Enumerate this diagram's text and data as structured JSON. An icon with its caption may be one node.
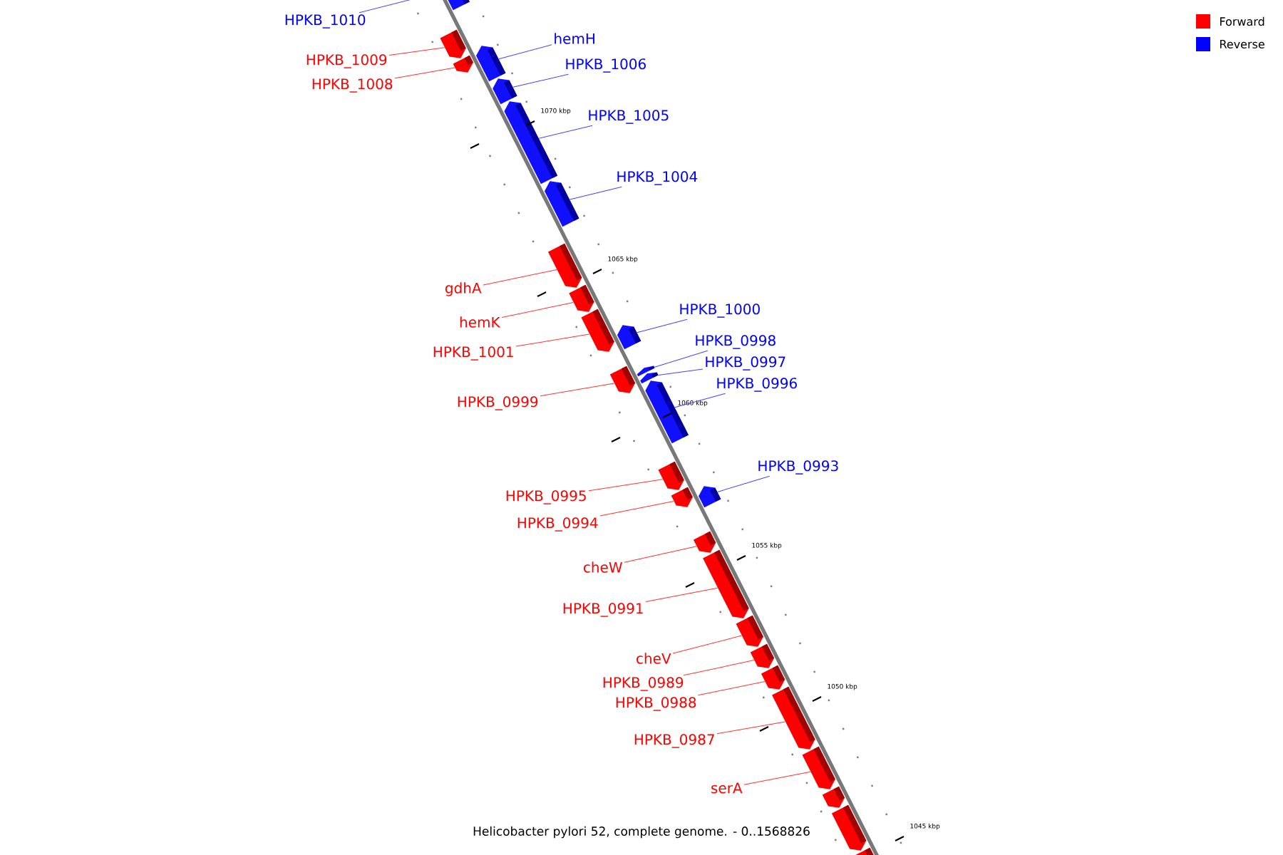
{
  "diagram": {
    "caption": "Helicobacter pylori 52, complete genome. - 0..1568826",
    "nodes": [
      {
        "text": [
          "HPKB_1010"
        ]
      },
      {
        "text": [],
        "shape": "arrow"
      },
      {
        "text": [
          "HPKB_1009"
        ]
      },
      {
        "text": [],
        "shape": "arrow"
      },
      {
        "text": [
          "HPKB_1008"
        ]
      },
      {
        "text": [],
        "shape": "arrow"
      },
      {
        "text": [
          "hemH"
        ]
      },
      {
        "text": [],
        "shape": "arrow"
      },
      {
        "text": [
          "HPKB_1006"
        ]
      },
      {
        "text": [],
        "shape": "arrow"
      },
      {
        "text": [
          "HPKB_1005"
        ]
      },
      {
        "text": [],
        "shape": "arrow"
      },
      {
        "text": [
          "HPKB_1004"
        ]
      },
      {
        "text": [],
        "shape": "arrow"
      },
      {
        "text": [
          "gdhA"
        ]
      },
      {
        "text": [],
        "shape": "arrow"
      },
      {
        "text": [
          "hemK"
        ]
      },
      {
        "text": [],
        "shape": "arrow"
      },
      {
        "text": [
          "HPKB_1001"
        ]
      },
      {
        "text": [],
        "shape": "arrow"
      },
      {
        "text": [
          "HPKB_1000"
        ]
      },
      {
        "text": [],
        "shape": "arrow"
      },
      {
        "text": [
          "HPKB_0999"
        ]
      },
      {
        "text": [],
        "shape": "arrow"
      },
      {
        "text": [
          "HPKB_0998"
        ]
      },
      {
        "text": [],
        "shape": "arrow"
      },
      {
        "text": [
          "HPKB_0997"
        ]
      },
      {
        "text": [],
        "shape": "arrow"
      },
      {
        "text": [
          "HPKB_0996"
        ]
      },
      {
        "text": [],
        "shape": "arrow"
      },
      {
        "text": [
          "HPKB_0995"
        ]
      },
      {
        "text": [],
        "shape": "arrow"
      },
      {
        "text": [
          "HPKB_0994"
        ]
      },
      {
        "text": [],
        "shape": "arrow"
      },
      {
        "text": [
          "HPKB_0993"
        ]
      },
      {
        "text": [],
        "shape": "arrow"
      },
      {
        "text": [
          "cheW"
        ]
      },
      {
        "text": [],
        "shape": "arrow"
      },
      {
        "text": [
          "HPKB_0991"
        ]
      },
      {
        "text": [],
        "shape": "arrow"
      },
      {
        "text": [
          "cheV"
        ]
      },
      {
        "text": [],
        "shape": "arrow"
      },
      {
        "text": [
          "HPKB_0989"
        ]
      },
      {
        "text": [],
        "shape": "arrow"
      },
      {
        "text": [
          "HPKB_0988"
        ]
      },
      {
        "text": [],
        "shape": "arrow"
      },
      {
        "text": [
          "HPKB_0987"
        ]
      },
      {
        "text": [],
        "shape": "arrow"
      },
      {
        "text": [
          "serA"
        ]
      },
      {
        "text": [],
        "shape": "arrow"
      },
      {
        "text": [],
        "shape": "arrow"
      },
      {
        "text": [],
        "shape": "arrow"
      },
      {
        "text": [],
        "shape": "arrow"
      }
    ],
    "edges": [
      {
        "from": 0,
        "to": 1,
        "arrow": "none",
        "color": "#4444ff"
      },
      {
        "from": 2,
        "to": 3,
        "arrow": "none"
      },
      {
        "from": 4,
        "to": 5,
        "arrow": "none"
      },
      {
        "from": 6,
        "to": 7,
        "arrow": "none",
        "color": "#4444ff"
      },
      {
        "from": 8,
        "to": 9,
        "arrow": "none",
        "color": "#4444ff"
      },
      {
        "from": 10,
        "to": 11,
        "arrow": "none",
        "color": "#4444ff"
      },
      {
        "from": 12,
        "to": 13,
        "arrow": "none",
        "color": "#4444ff"
      },
      {
        "from": 14,
        "to": 15,
        "arrow": "none"
      },
      {
        "from": 16,
        "to": 17,
        "arrow": "none"
      },
      {
        "from": 18,
        "to": 19,
        "arrow": "none"
      },
      {
        "from": 20,
        "to": 21,
        "arrow": "none",
        "color": "#4444ff"
      },
      {
        "from": 22,
        "to": 23,
        "arrow": "none"
      },
      {
        "from": 24,
        "to": 25,
        "arrow": "none",
        "color": "#4444ff"
      },
      {
        "from": 26,
        "to": 27,
        "arrow": "none",
        "color": "#4444ff"
      },
      {
        "from": 28,
        "to": 29,
        "arrow": "none",
        "color": "#4444ff"
      },
      {
        "from": 30,
        "to": 31,
        "arrow": "none"
      },
      {
        "from": 32,
        "to": 33,
        "arrow": "none"
      },
      {
        "from": 34,
        "to": 35,
        "arrow": "none",
        "color": "#4444ff"
      },
      {
        "from": 36,
        "to": 37,
        "arrow": "none"
      },
      {
        "from": 38,
        "to": 39,
        "arrow": "none"
      },
      {
        "from": 40,
        "to": 41,
        "arrow": "none"
      },
      {
        "from": 42,
        "to": 43,
        "arrow": "none"
      },
      {
        "from": 44,
        "to": 45,
        "arrow": "none"
      },
      {
        "from": 46,
        "to": 47,
        "arrow": "none"
      },
      {
        "from": 48,
        "to": 49,
        "arrow": "none"
      }
    ],
    "labels": [
      "1070 kbp",
      "1065 kbp",
      "1060 kbp",
      "1055 kbp",
      "1050 kbp",
      "1045 kbp"
    ],
    "legend": [
      {
        "text": "Forward",
        "color": "#ff0000"
      },
      {
        "text": "Reverse",
        "color": "#0000ff"
      }
    ]
  }
}
